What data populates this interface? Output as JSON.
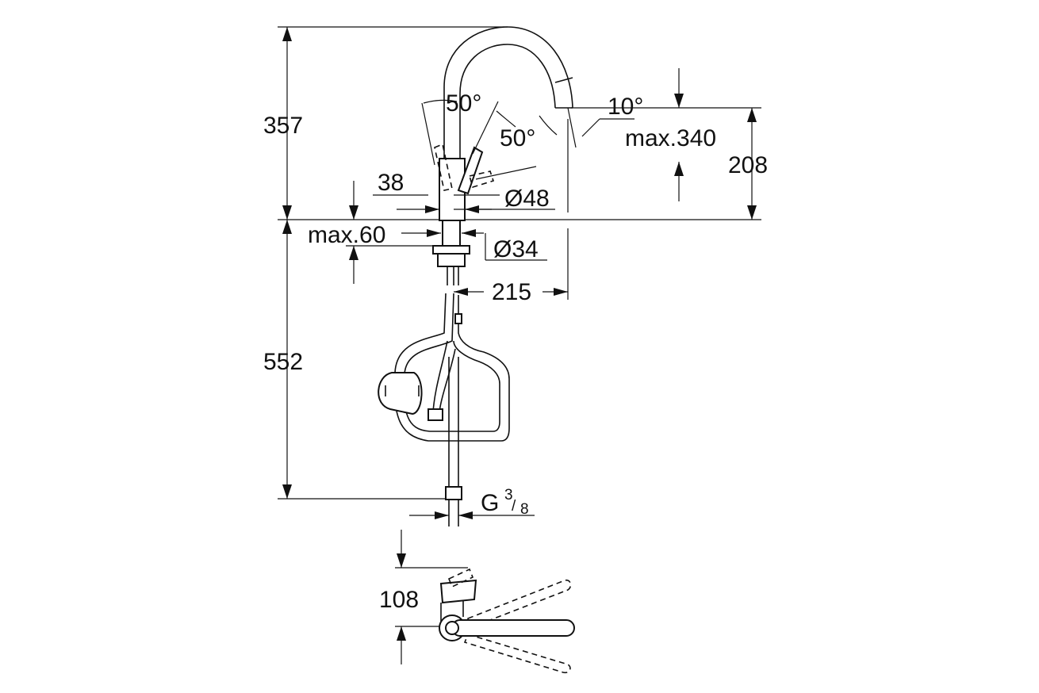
{
  "dimensions": {
    "total_height": "357",
    "under_height": "552",
    "spout_angle": "50°",
    "lever_angle": "50°",
    "spray_angle": "10°",
    "spray_length": "max.340",
    "outlet_height": "208",
    "base_width": "38",
    "body_diameter": "Ø48",
    "deck_thickness": "max.60",
    "hole_diameter": "Ø34",
    "reach": "215",
    "connection_prefix": "G",
    "connection_sup": "3",
    "connection_sub": "8",
    "lever_clearance": "108"
  }
}
